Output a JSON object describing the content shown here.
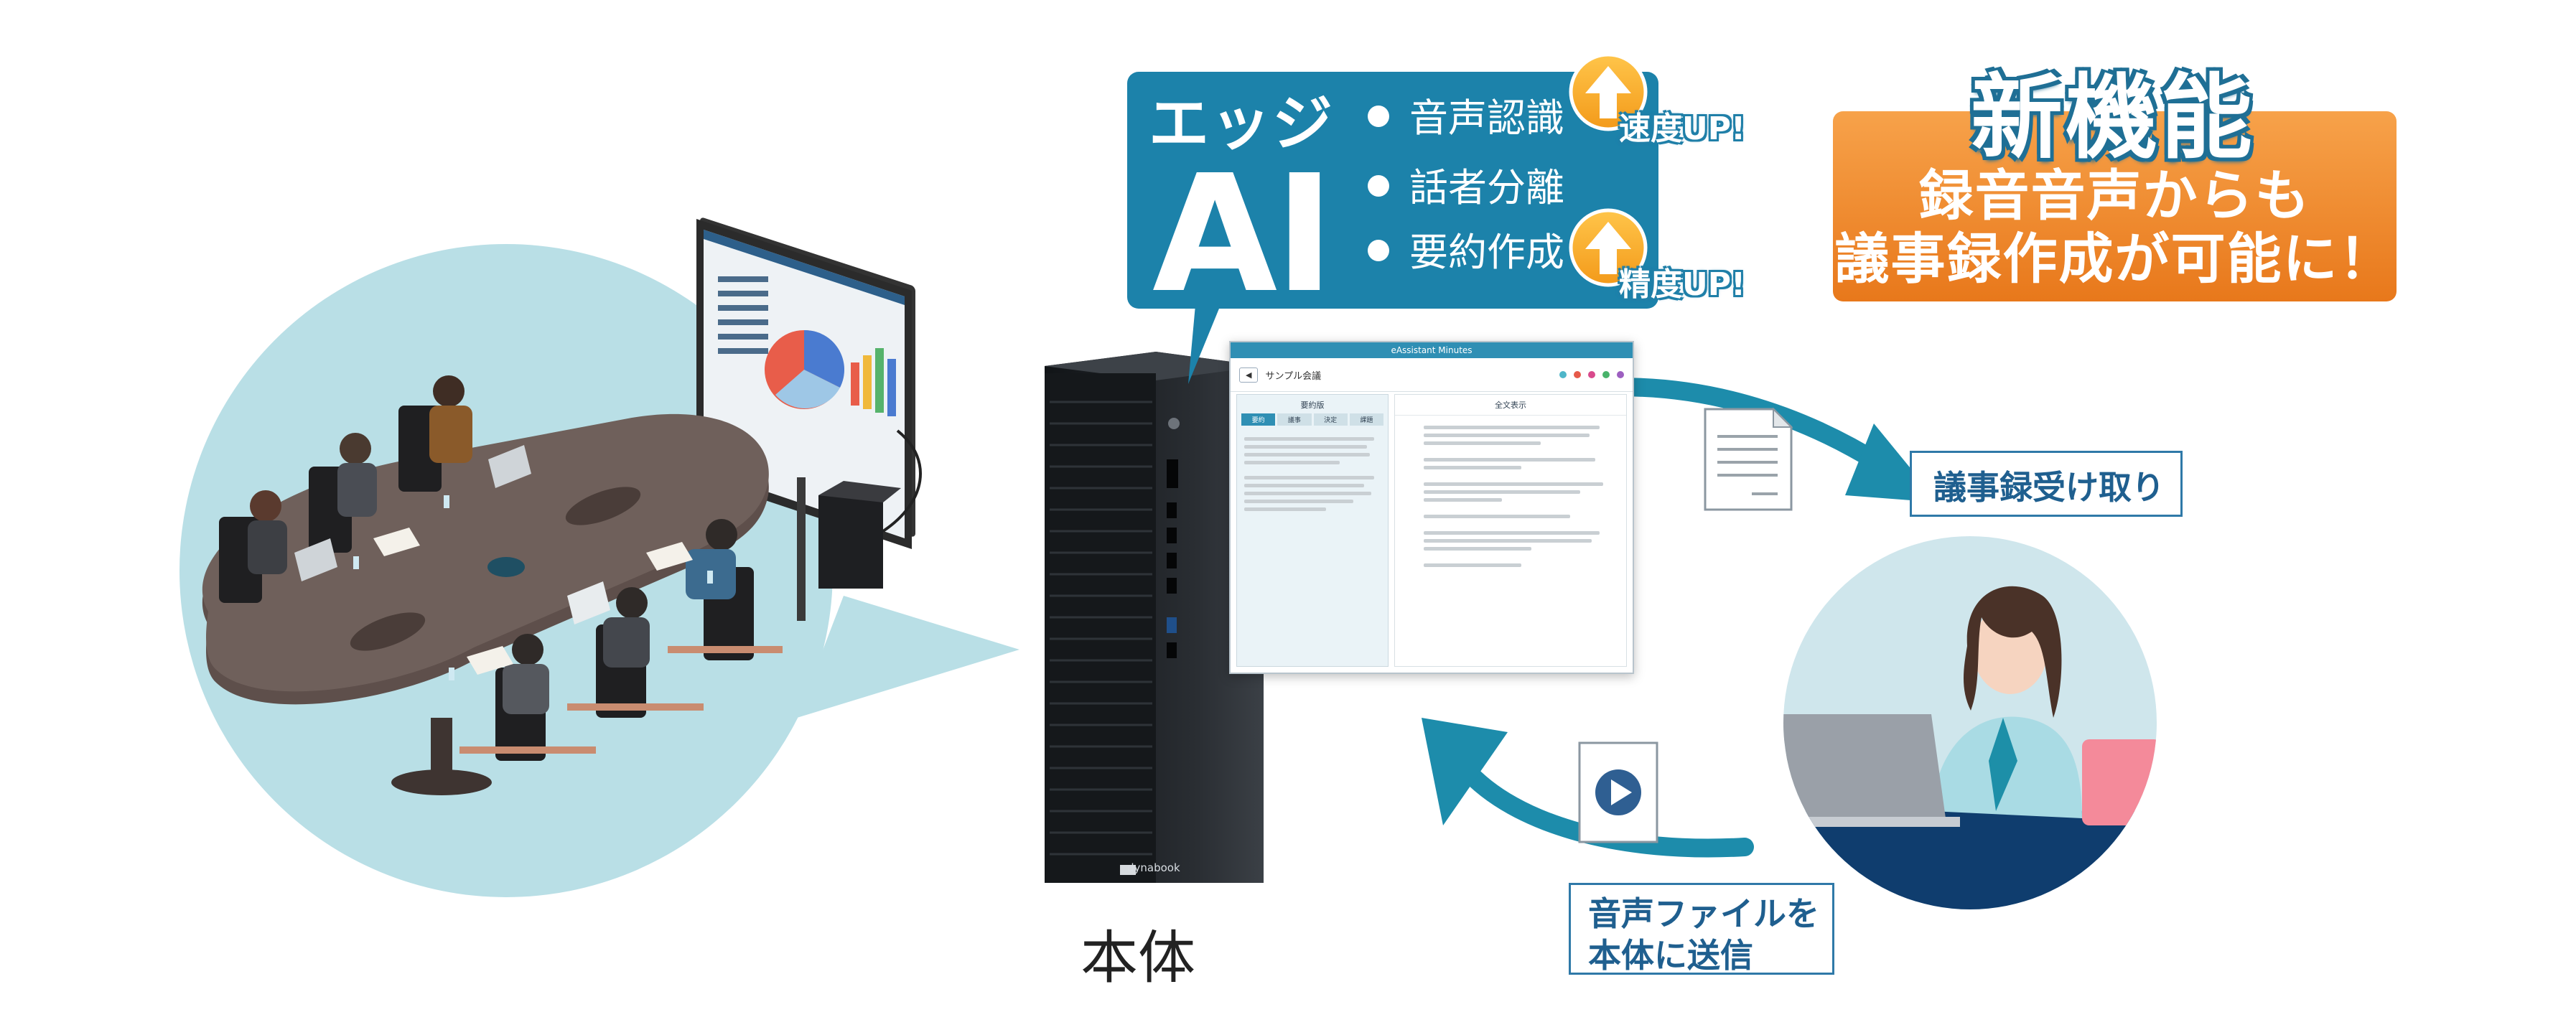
{
  "edge_ai": {
    "title": "エッジ",
    "ai": "AI",
    "features": [
      "音声認識",
      "話者分離",
      "要約作成"
    ],
    "speed_up": "速度UP!",
    "accuracy_up": "精度UP!"
  },
  "new_feature": {
    "title": "新機能",
    "line1": "録音音声からも",
    "line2": "議事録作成が可能に！"
  },
  "labels": {
    "receive_minutes": "議事録受け取り",
    "send_audio_line1": "音声ファイルを",
    "send_audio_line2": "本体に送信",
    "main_unit": "本体"
  },
  "app_window": {
    "title": "eAssistant Minutes",
    "meeting_name": "サンプル会議",
    "tabs": [
      "要約",
      "議事",
      "決定",
      "課題"
    ],
    "left_header": "要約版",
    "right_header": "全文表示"
  },
  "pc_brand": "dynabook",
  "colors": {
    "callout": "#1c82aa",
    "badge_orange": "#ef8a2a",
    "circle_bg": "#b9dfe6",
    "arrow": "#1d8cab",
    "up_circle": "#f5a623"
  }
}
